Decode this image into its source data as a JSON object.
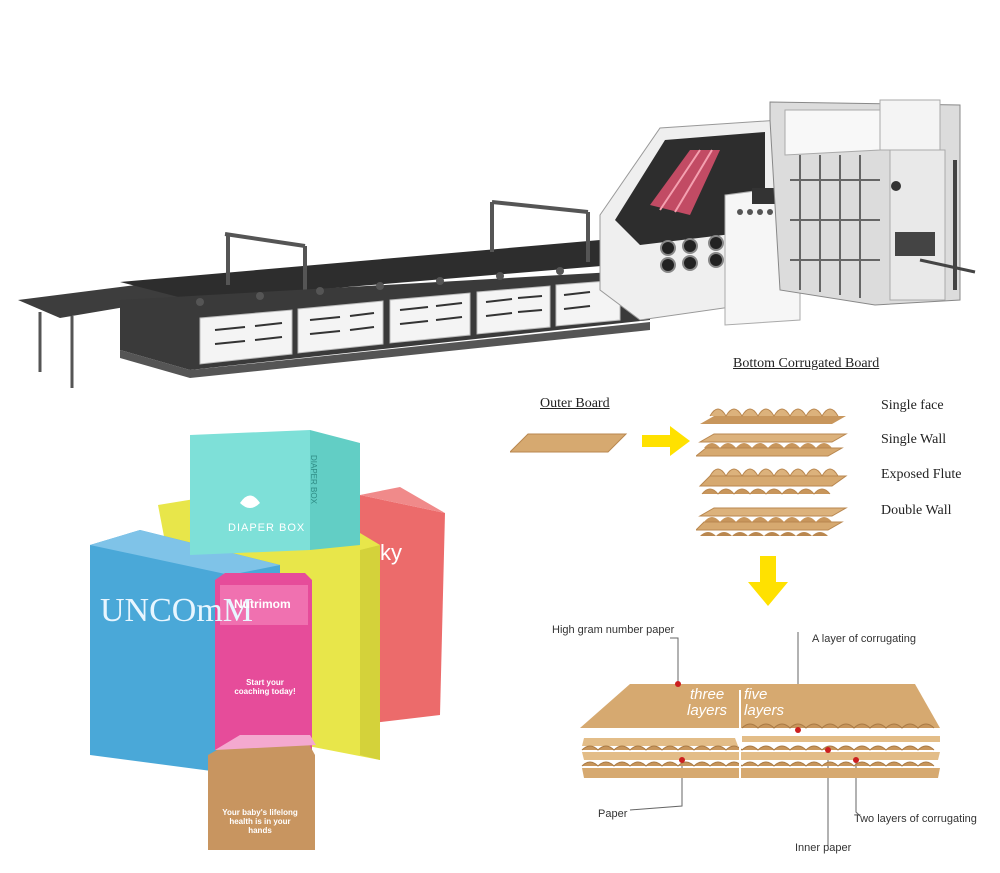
{
  "diagram": {
    "bottom_title": "Bottom Corrugated Board",
    "outer_board": "Outer Board",
    "board_types": [
      "Single face",
      "Single Wall",
      "Exposed Flute",
      "Double Wall"
    ],
    "layers": {
      "high_gram": "High gram number paper",
      "corrugating": "A layer of corrugating",
      "paper": "Paper",
      "two_layers": "Two layers of corrugating",
      "inner_paper": "Inner paper",
      "three_line1": "three",
      "three_line2": "layers",
      "five_line1": "five",
      "five_line2": "layers"
    }
  },
  "boxes": {
    "diaper": "DIAPER BOX",
    "diaper_side": "DIAPER BOX",
    "nutrimom": "Nutrimom",
    "pink_msg": "Start your coaching today!",
    "kraft_msg": "Your baby's lifelong health is in your hands",
    "blue_letters": "UNCOmM",
    "red_letters": "ky"
  },
  "colors": {
    "kraft": "#d6a970",
    "kraft_dark": "#b9874f",
    "arrow": "#ffe100",
    "cyan_box": "#7ee0d8",
    "blue_box": "#4aa8d8",
    "yellow_box": "#e8e64a",
    "pink_box": "#e64c9a",
    "red_box": "#ec6b6b"
  }
}
